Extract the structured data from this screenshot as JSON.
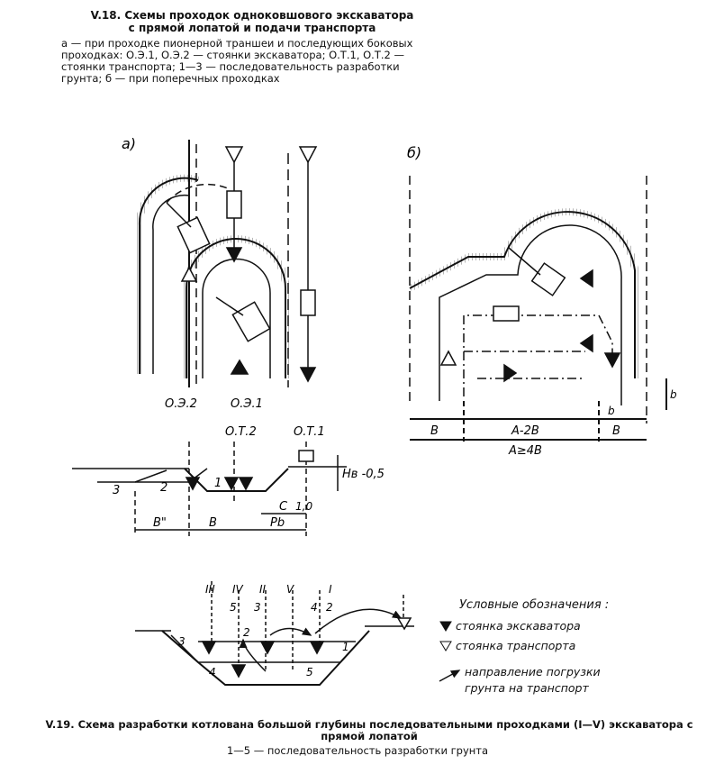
{
  "caption_v18": {
    "title": "V.18. Схемы проходок одноковшового экскаватора с прямой лопатой и подачи транспорта",
    "line1": "а — при проходке пионерной траншеи и последующих боковых проходках: О.Э.1, О.Э.2 — стоянки экскаватора; О.Т.1, О.Т.2 — стоянки транспорта; 1—3 — последовательность разработки грунта; б — при поперечных проходках"
  },
  "fig_a": {
    "label": "а)",
    "oe2": "О.Э.2",
    "oe1": "О.Э.1",
    "ot2": "О.Т.2",
    "ot1": "О.Т.1",
    "n1": "1",
    "n2": "2",
    "n3": "3",
    "hv": "Hв -0,5",
    "c": "С",
    "d10": "1,0",
    "b2": "В\"",
    "b": "В",
    "pb": "Pb"
  },
  "fig_b": {
    "label": "б)",
    "b_left": "В",
    "a2b": "А-2В",
    "b_right": "В",
    "b_small": "b",
    "b_side": "b",
    "a4b": "А≥4В"
  },
  "fig_v19": {
    "romans": [
      "III",
      "IV",
      "II",
      "V",
      "I"
    ],
    "top_nums": [
      "5",
      "3",
      "4",
      "2"
    ],
    "n3": "3",
    "n2": "2",
    "n1": "1",
    "n4": "4",
    "n5": "5"
  },
  "legend": {
    "title": "Условные обозначения :",
    "excavator": "стоянка экскаватора",
    "transport": "стоянка транспорта",
    "direction_line1": "направление погрузки",
    "direction_line2": "грунта на транспорт"
  },
  "caption_v19": {
    "title": "V.19. Схема разработки котлована большой глубины последовательными проходками (I—V) экскаватора с прямой лопатой",
    "sub": "1—5 — последовательность разработки грунта"
  }
}
